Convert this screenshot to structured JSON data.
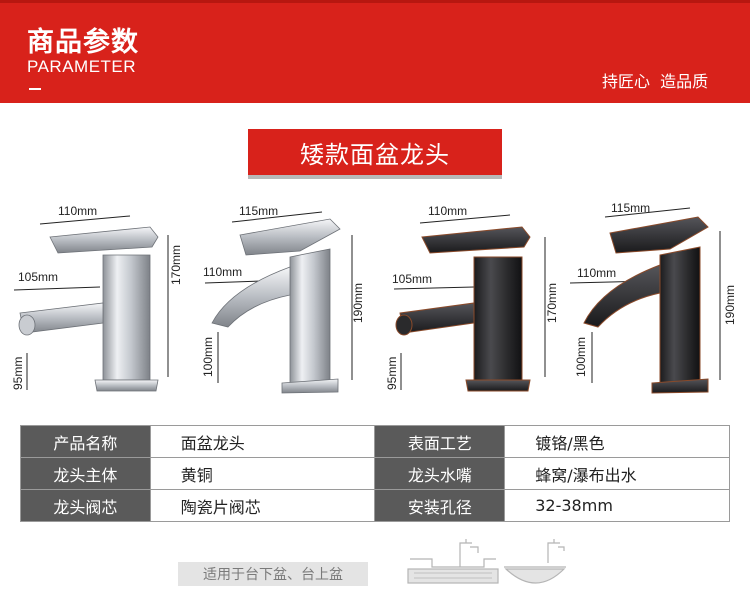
{
  "header": {
    "title": "商品参数",
    "subtitle": "PARAMETER",
    "slogan": "持匠心  造品质"
  },
  "banner": {
    "title": "矮款面盆龙头"
  },
  "faucets": [
    {
      "top_width": "110mm",
      "spout_length": "105mm",
      "height": "170mm",
      "spout_height": "95mm",
      "finish": "chrome"
    },
    {
      "top_width": "115mm",
      "spout_length": "110mm",
      "height": "190mm",
      "spout_height": "100mm",
      "finish": "chrome"
    },
    {
      "top_width": "110mm",
      "spout_length": "105mm",
      "height": "170mm",
      "spout_height": "95mm",
      "finish": "black"
    },
    {
      "top_width": "115mm",
      "spout_length": "110mm",
      "height": "190mm",
      "spout_height": "100mm",
      "finish": "black"
    }
  ],
  "specs": [
    {
      "k1": "产品名称",
      "v1": "面盆龙头",
      "k2": "表面工艺",
      "v2": "镀铬/黑色"
    },
    {
      "k1": "龙头主体",
      "v1": "黄铜",
      "k2": "龙头水嘴",
      "v2": "蜂窝/瀑布出水"
    },
    {
      "k1": "龙头阀芯",
      "v1": "陶瓷片阀芯",
      "k2": "安装孔径",
      "v2": "32-38mm"
    }
  ],
  "usage": {
    "label": "适用于台下盆、台上盆"
  },
  "icons": {
    "undermount": "undermount-basin-icon",
    "vessel": "vessel-basin-icon"
  },
  "colors": {
    "accent": "#d8221b",
    "table_header": "#5a5a5a"
  }
}
